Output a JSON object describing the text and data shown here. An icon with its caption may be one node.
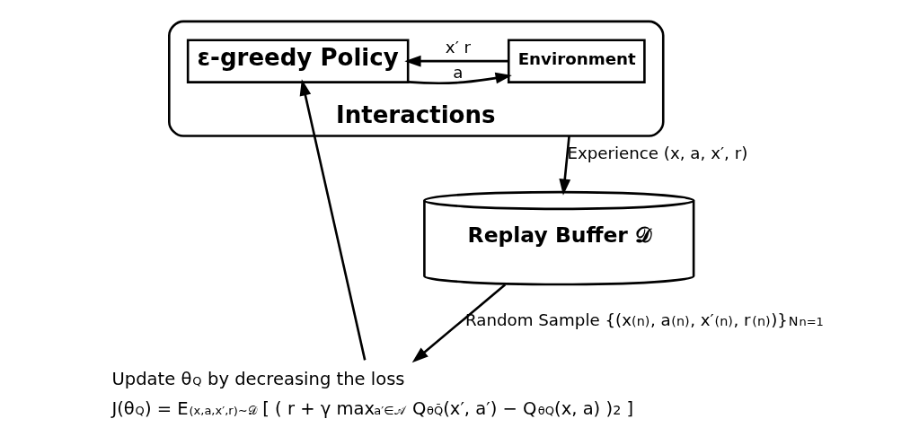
{
  "diagram": {
    "nodes": [
      {
        "text": [
          "Interactions"
        ]
      },
      {
        "text": [
          "Environment"
        ],
        "in": 0
      },
      {
        "text": [
          "ε-greedy Policy"
        ],
        "in": 0
      },
      {
        "text": [
          "Replay Buffer 𝒟"
        ]
      },
      {
        "text": [
          "Update θ$_{Q}$ by decreasing the loss",
          "J(θ$_{Q}$) = E$_{(x,a,x′,r)∼𝒟}$ [ ( r + γ max$_{a′∈𝒜}$ Q$_{θQ̄}$(x′, a′) − Q$_{θQ}$(x, a) )$^{2}$ ]"
        ]
      }
    ],
    "edges": [
      {
        "from": 0,
        "to": 3,
        "arrow": "to",
        "label": "Experience (x, a, x′, r)"
      },
      {
        "from": 3,
        "to": 4,
        "arrow": "to",
        "label": "Random Sample {(x$^{(n)}$, a$^{(n)}$, x′$^{(n)}$, r$^{(n)}$)}$^{N}$$_{n=1}$"
      },
      {
        "from": 4,
        "to": 2,
        "arrow": "to"
      },
      {
        "from": 1,
        "to": 2,
        "arrow": "to",
        "label": "x′ r"
      },
      {
        "from": 2,
        "to": 1,
        "arrow": "to",
        "label": "a"
      }
    ]
  }
}
